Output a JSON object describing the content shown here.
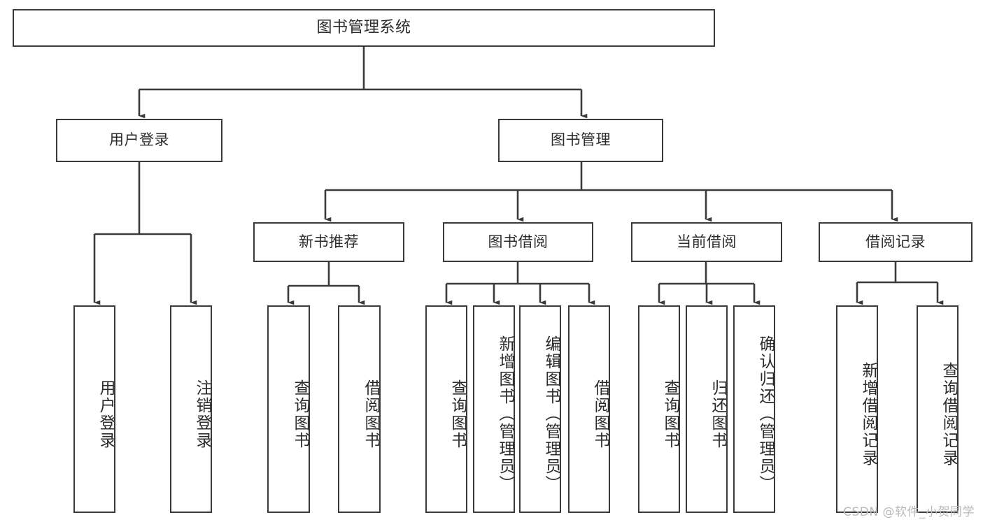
{
  "diagram": {
    "type": "tree",
    "title": "图书管理系统",
    "watermark": "CSDN @软件_小贺同学",
    "colors": {
      "stroke": "#3a3a3a",
      "fill": "#ffffff",
      "text": "#2b2b2b",
      "watermark": "#b9b9b9"
    },
    "levels": {
      "root": {
        "label": "图书管理系统"
      },
      "level2": [
        {
          "label": "用户登录"
        },
        {
          "label": "图书管理"
        }
      ],
      "level3": [
        {
          "label": "新书推荐"
        },
        {
          "label": "图书借阅"
        },
        {
          "label": "当前借阅"
        },
        {
          "label": "借阅记录"
        }
      ]
    },
    "nodes": {
      "root": "图书管理系统",
      "user_login": "用户登录",
      "book_manage": "图书管理",
      "new_book_rec": "新书推荐",
      "book_borrow": "图书借阅",
      "current_borrow": "当前借阅",
      "borrow_record": "借阅记录",
      "leaf_user_login": "用户登录",
      "leaf_logout": "注销登录",
      "leaf_query_book_1": "查询图书",
      "leaf_borrow_book_1": "借阅图书",
      "leaf_query_book_2": "查询图书",
      "leaf_add_book_admin": "新增图书（管理员）",
      "leaf_edit_book_admin": "编辑图书（管理员）",
      "leaf_borrow_book_2": "借阅图书",
      "leaf_query_book_3": "查询图书",
      "leaf_return_book": "归还图书",
      "leaf_confirm_return_admin": "确认归还（管理员）",
      "leaf_add_record": "新增借阅记录",
      "leaf_query_record": "查询借阅记录"
    },
    "edges": [
      {
        "from": "图书管理系统",
        "to": "用户登录"
      },
      {
        "from": "图书管理系统",
        "to": "图书管理"
      },
      {
        "from": "用户登录",
        "to": "用户登录"
      },
      {
        "from": "用户登录",
        "to": "注销登录"
      },
      {
        "from": "图书管理",
        "to": "新书推荐"
      },
      {
        "from": "图书管理",
        "to": "图书借阅"
      },
      {
        "from": "图书管理",
        "to": "当前借阅"
      },
      {
        "from": "图书管理",
        "to": "借阅记录"
      },
      {
        "from": "新书推荐",
        "to": "查询图书"
      },
      {
        "from": "新书推荐",
        "to": "借阅图书"
      },
      {
        "from": "图书借阅",
        "to": "查询图书"
      },
      {
        "from": "图书借阅",
        "to": "新增图书（管理员）"
      },
      {
        "from": "图书借阅",
        "to": "编辑图书（管理员）"
      },
      {
        "from": "图书借阅",
        "to": "借阅图书"
      },
      {
        "from": "当前借阅",
        "to": "查询图书"
      },
      {
        "from": "当前借阅",
        "to": "归还图书"
      },
      {
        "from": "当前借阅",
        "to": "确认归还（管理员）"
      },
      {
        "from": "借阅记录",
        "to": "新增借阅记录"
      },
      {
        "from": "借阅记录",
        "to": "查询借阅记录"
      }
    ]
  }
}
